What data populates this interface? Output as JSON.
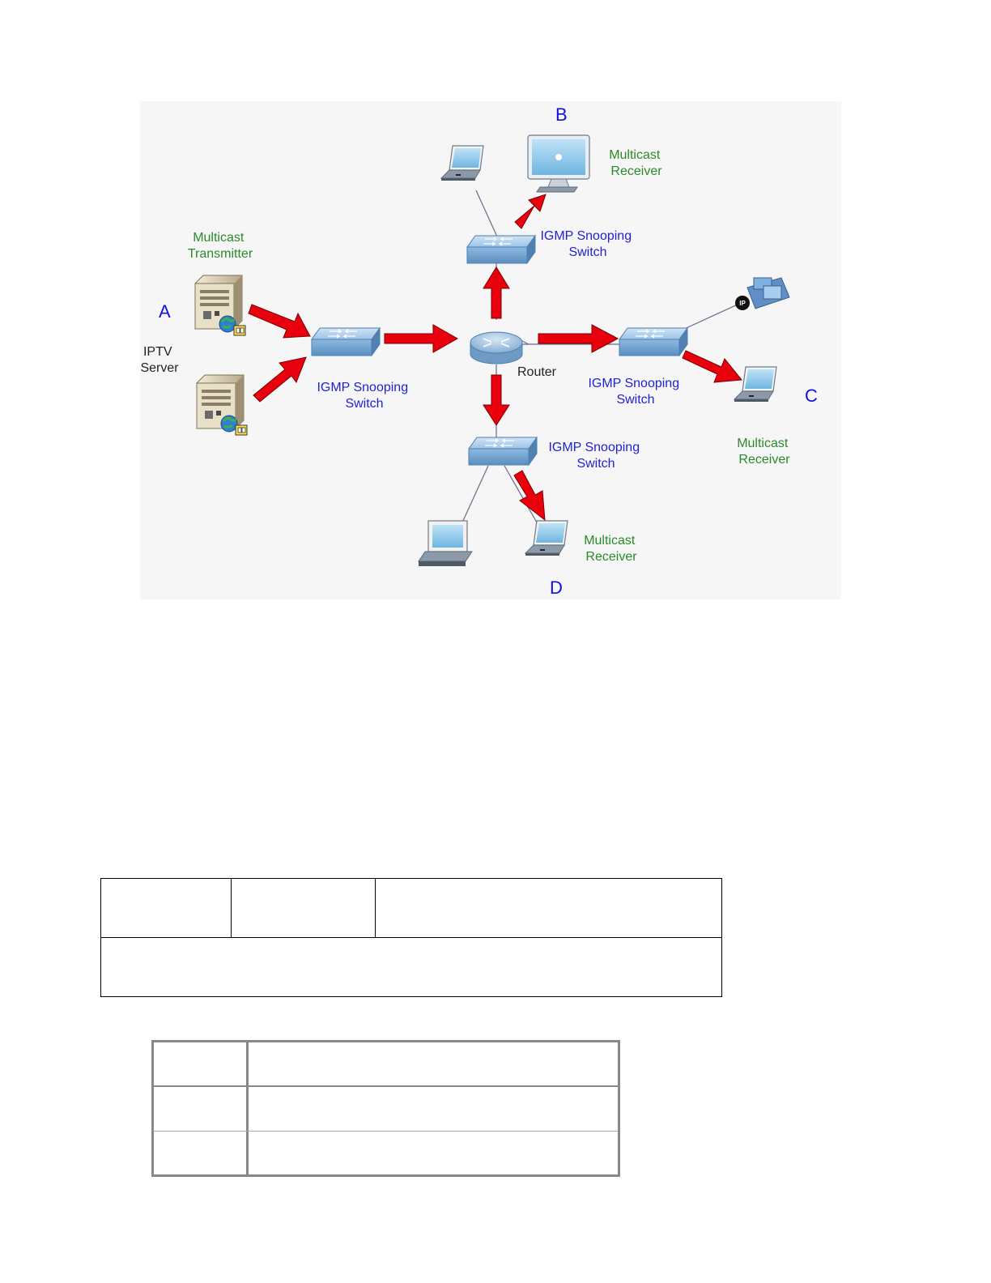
{
  "diagram": {
    "labels": {
      "A": "A",
      "B": "B",
      "C": "C",
      "D": "D",
      "transmitter": [
        "Multicast",
        "Transmitter"
      ],
      "iptv": [
        "IPTV",
        "Server"
      ],
      "receiver": [
        "Multicast",
        "Receiver"
      ],
      "switch": [
        "IGMP Snooping",
        "Switch"
      ],
      "router": "Router",
      "ip_badge": "IP"
    },
    "colors": {
      "arrow": "#e8000d",
      "switch_blue": "#7aaed8",
      "label_blue": "#1f1fd6",
      "label_green": "#2a8a2a",
      "letter_blue": "#1010e0",
      "background": "#f6f6f6"
    }
  },
  "table1": {
    "rows": [
      [
        "",
        "",
        ""
      ],
      [
        ""
      ]
    ]
  },
  "table2": {
    "rows": [
      [
        "",
        ""
      ],
      [
        "",
        ""
      ],
      [
        "",
        ""
      ]
    ]
  }
}
